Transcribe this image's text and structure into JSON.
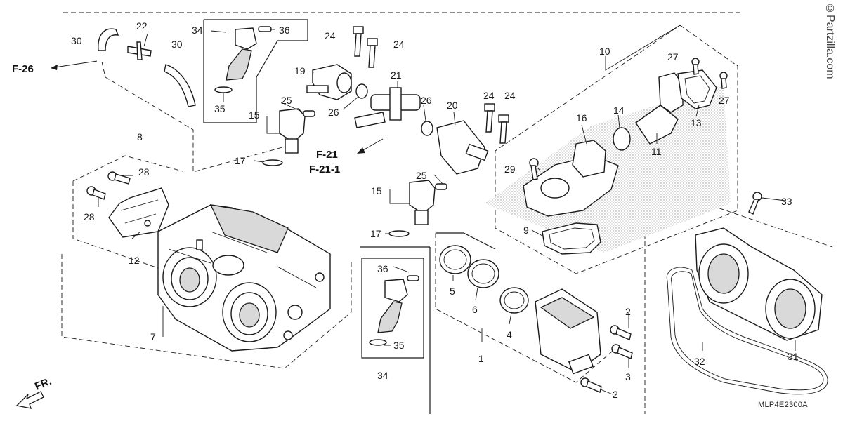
{
  "watermark": "©Partzilla.com",
  "diagram_code": "MLP4E2300A",
  "refs": {
    "f26": "F-26",
    "f21": "F-21",
    "f211": "F-21-1",
    "fr": "FR."
  },
  "callouts": {
    "c1": "1",
    "c2a": "2",
    "c2b": "2",
    "c3": "3",
    "c4": "4",
    "c5": "5",
    "c6": "6",
    "c7": "7",
    "c8": "8",
    "c9": "9",
    "c10": "10",
    "c11": "11",
    "c12": "12",
    "c13": "13",
    "c14": "14",
    "c15a": "15",
    "c15b": "15",
    "c16": "16",
    "c17a": "17",
    "c17b": "17",
    "c19": "19",
    "c20": "20",
    "c21": "21",
    "c22": "22",
    "c24a": "24",
    "c24b": "24",
    "c24c": "24",
    "c24d": "24",
    "c25a": "25",
    "c25b": "25",
    "c26a": "26",
    "c26b": "26",
    "c27a": "27",
    "c27b": "27",
    "c28a": "28",
    "c28b": "28",
    "c29": "29",
    "c30a": "30",
    "c30b": "30",
    "c31": "31",
    "c32": "32",
    "c33": "33",
    "c34a": "34",
    "c34b": "34",
    "c35a": "35",
    "c35b": "35",
    "c36a": "36",
    "c36b": "36"
  }
}
